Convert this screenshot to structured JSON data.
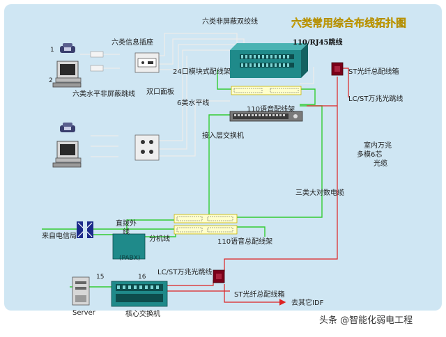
{
  "title": "六类常用综合布线拓扑图",
  "colors": {
    "background_panel": "#cfe6f3",
    "title": "#ffd400",
    "rack": "#1f8a8a",
    "patch_panel": "#ffffcc",
    "cable_green": "#33cc33",
    "cable_red": "#dd2222",
    "cable_gray": "#e8e8e8",
    "fiber_box": "#7a0019"
  },
  "labels": {
    "cat6_stp": "六类非屏蔽双绞线",
    "cat6_outlet": "六类信息插座",
    "rj45_110": "110/RJ45跳线",
    "patch_24": "24口模块式配线架",
    "cat6_patch": "六类水平非屏蔽跳线",
    "dual_faceplate": "双口面板",
    "cat6_horizontal": "6类水平线",
    "voice_110": "110语音配线架",
    "access_switch": "接入层交换机",
    "st_fiber_box": "ST光纤总配线箱",
    "lc_st_jumper": "LC/ST万兆光跳线",
    "indoor_fiber": "室内万兆多模6芯光缆",
    "cat3_trunk": "三类大对数电缆",
    "direct_line": "直拨外线",
    "from_telecom": "来自电信局",
    "extension": "分机线",
    "pabx": "(PABX)",
    "voice_main": "110语音总配线架",
    "lc_st_jumper2": "LC/ST万兆光跳线",
    "st_fiber_box2": "ST光纤总配线箱",
    "to_idf": "去其它IDF",
    "server": "Server",
    "core_switch": "核心交换机",
    "num_1": "1",
    "num_2": "2",
    "num_15": "15",
    "num_16": "16"
  },
  "watermark": "头条 @智能化弱电工程"
}
